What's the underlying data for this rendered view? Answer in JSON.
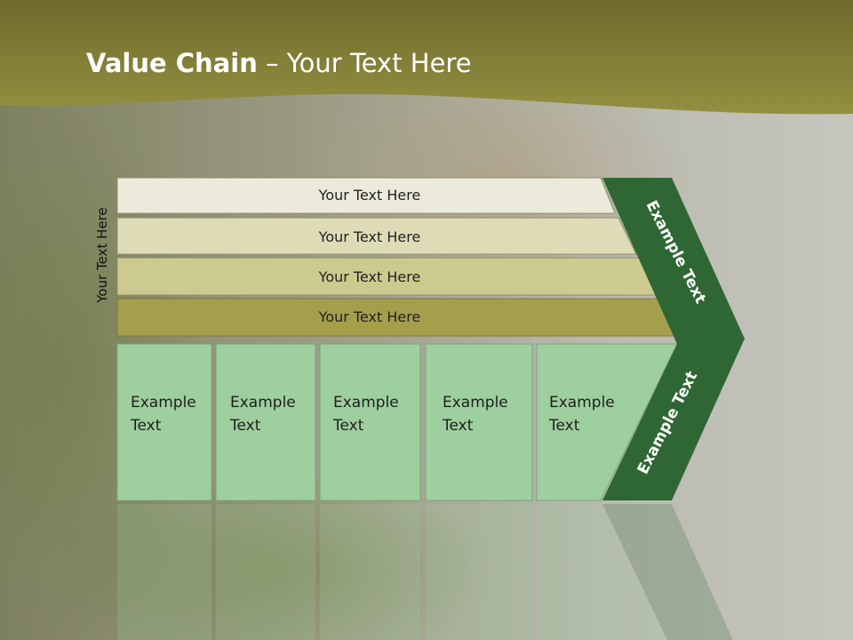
{
  "title": {
    "bold": "Value Chain",
    "rest": " – Your Text Here"
  },
  "side_label": "Your Text Here",
  "rows": [
    "Your Text Here",
    "Your Text Here",
    "Your Text Here",
    "Your Text Here"
  ],
  "boxes": [
    {
      "line1": "Example",
      "line2": "Text"
    },
    {
      "line1": "Example",
      "line2": "Text"
    },
    {
      "line1": "Example",
      "line2": "Text"
    },
    {
      "line1": "Example",
      "line2": "Text"
    },
    {
      "line1": "Example",
      "line2": "Text"
    }
  ],
  "arrow": {
    "upper_label": "Example Text",
    "lower_label": "Example Text"
  },
  "colors": {
    "header": "#8c8a3c",
    "row1": "#ecebdb",
    "row2": "#dedcb6",
    "row3": "#cdca8f",
    "row4": "#a59f4c",
    "box": "#9ecf9e",
    "arrow": "#2e6734"
  }
}
